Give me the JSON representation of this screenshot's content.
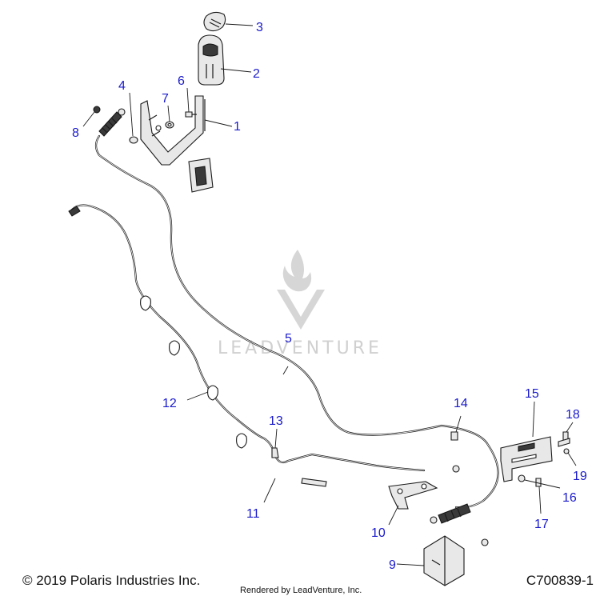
{
  "callouts": [
    "1",
    "2",
    "3",
    "4",
    "5",
    "6",
    "7",
    "8",
    "9",
    "10",
    "11",
    "12",
    "13",
    "14",
    "15",
    "16",
    "17",
    "18",
    "19"
  ],
  "footer": {
    "copyright": "© 2019 Polaris Industries Inc.",
    "rendered_by": "Rendered by LeadVenture, Inc.",
    "diagram_code": "C700839-1"
  },
  "watermark": {
    "text": "LEADVENTURE"
  },
  "colors": {
    "callout": "#1a1acc",
    "line": "#1a1a1a",
    "watermark": "#d0d0d0"
  }
}
